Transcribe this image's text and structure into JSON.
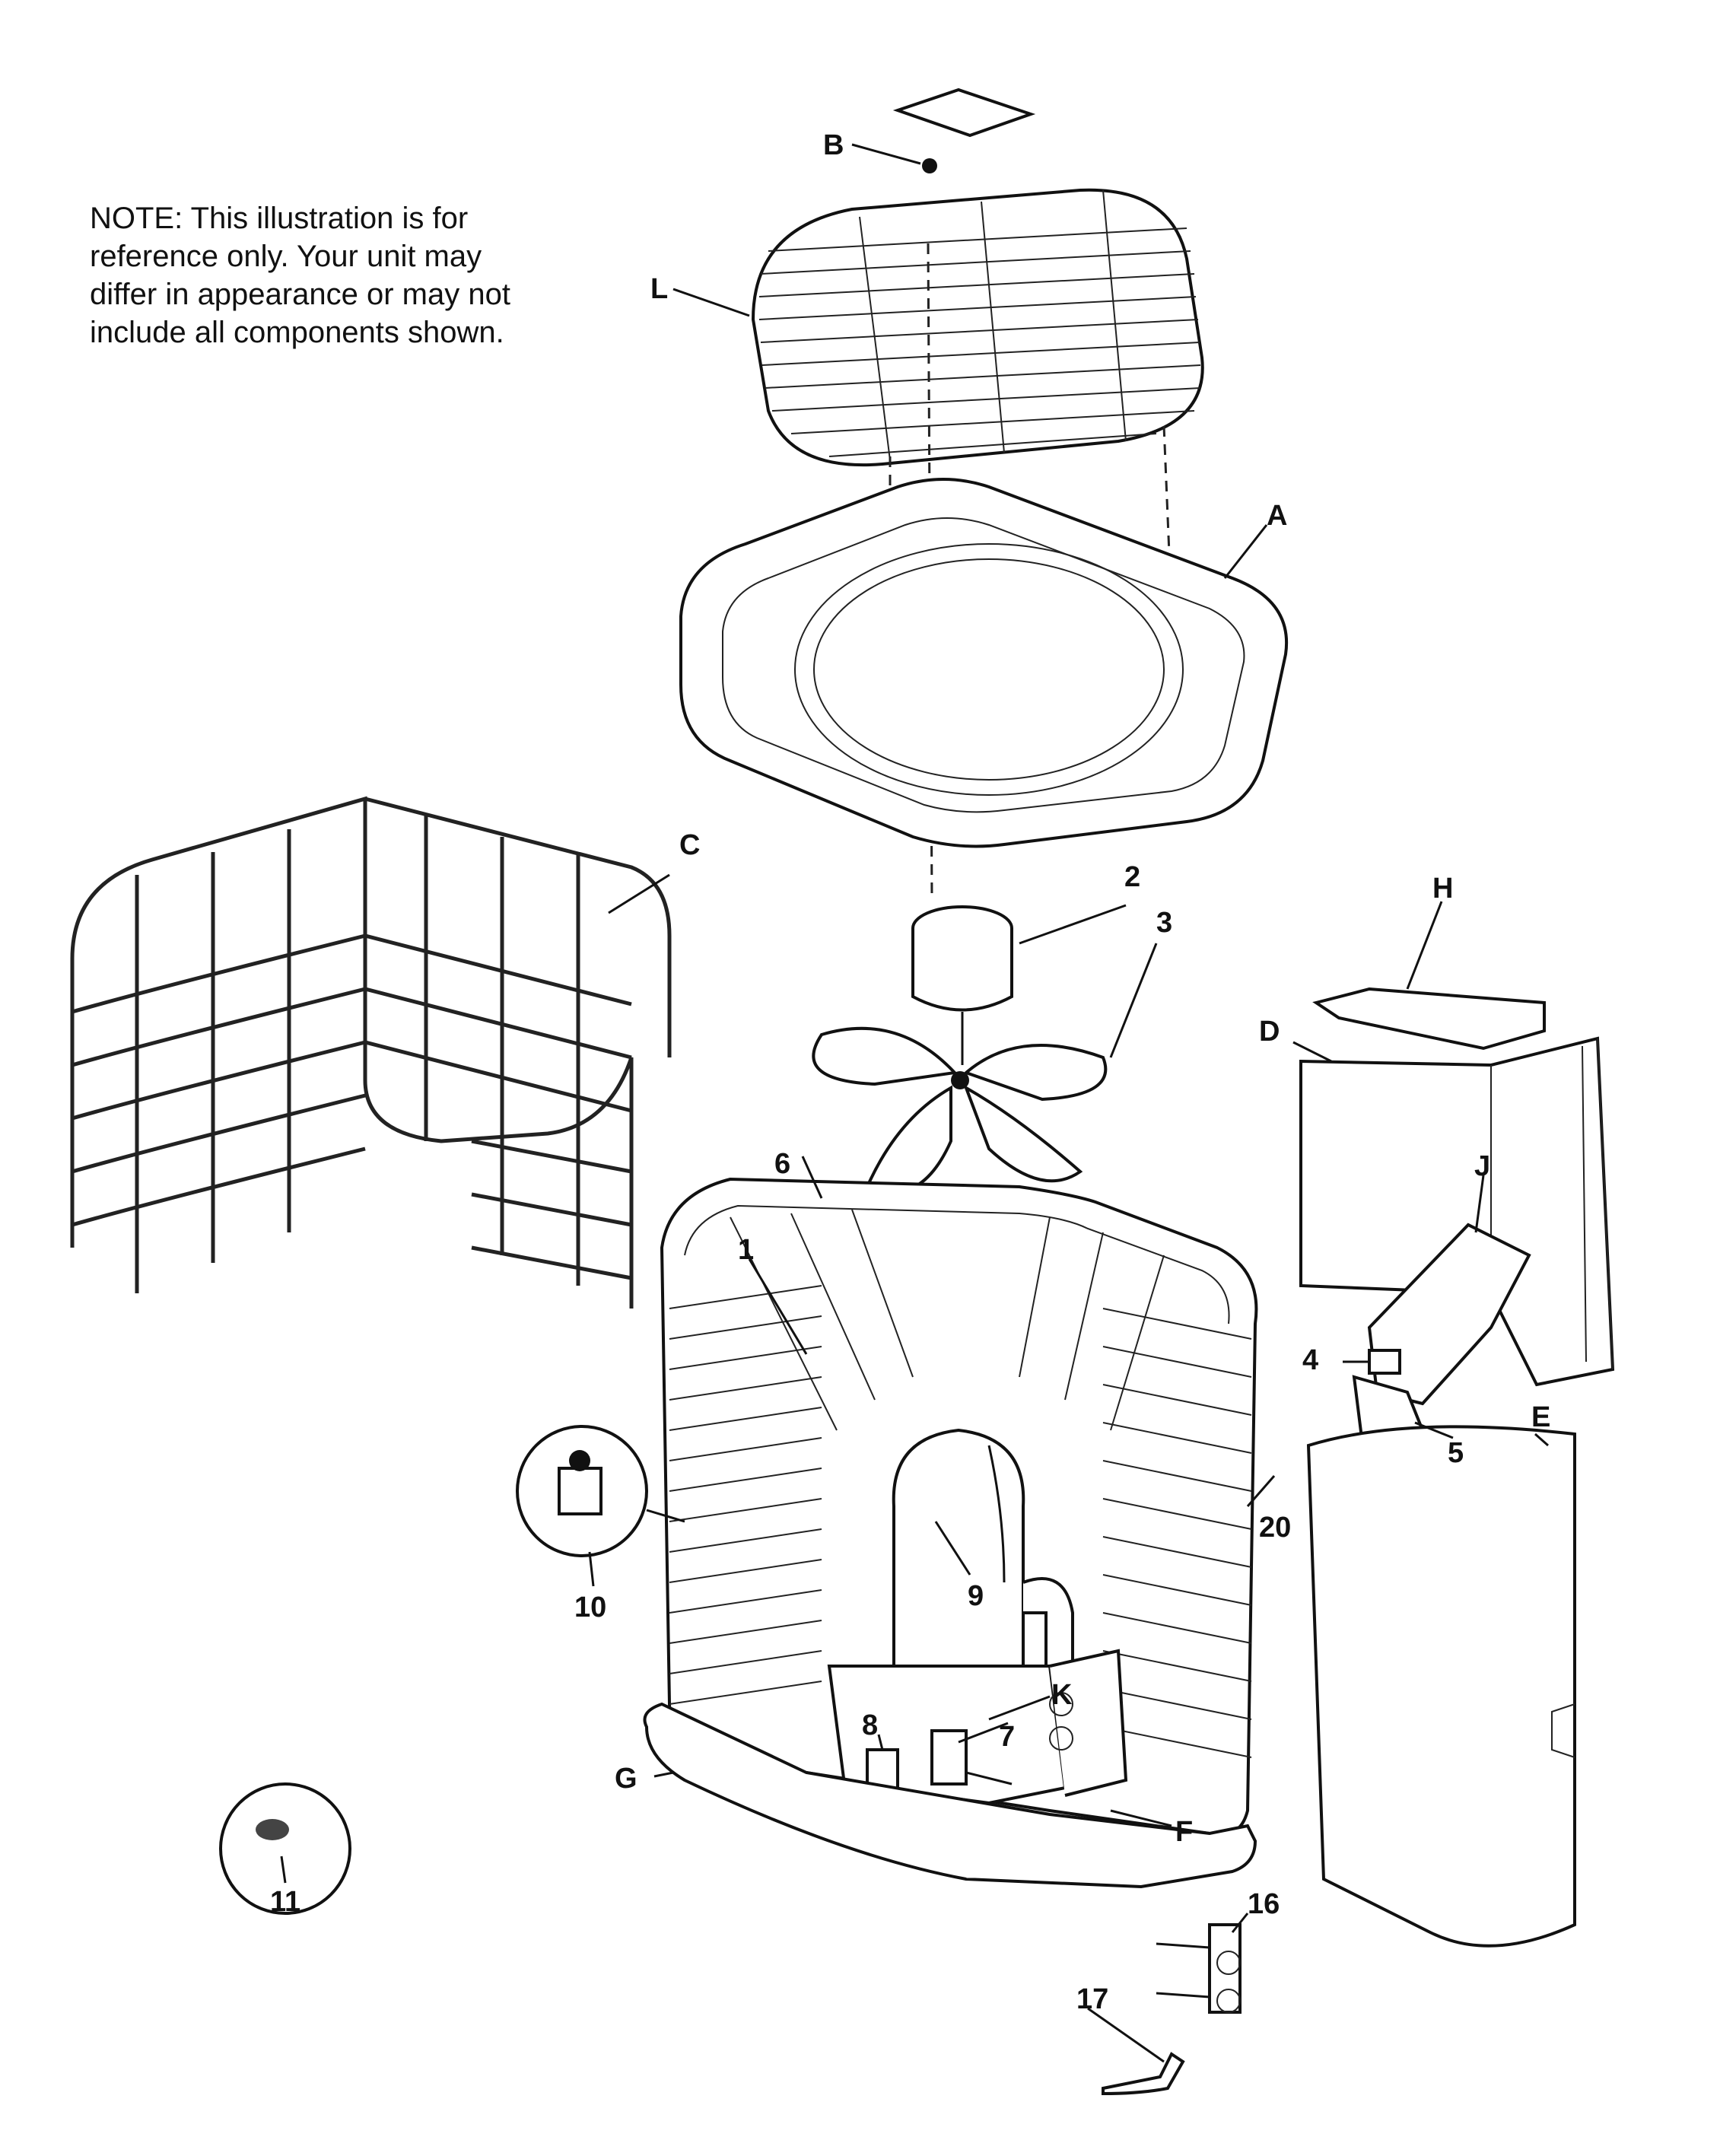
{
  "note": {
    "lines": [
      "NOTE:     This illustration is for",
      "reference only.   Your unit may",
      "differ in appearance or may not",
      "include all components shown."
    ]
  },
  "callouts": {
    "A": "A",
    "B": "B",
    "C": "C",
    "D": "D",
    "E": "E",
    "F": "F",
    "G": "G",
    "H": "H",
    "J": "J",
    "K": "K",
    "L": "L",
    "n1": "1",
    "n2": "2",
    "n3": "3",
    "n4": "4",
    "n5": "5",
    "n6": "6",
    "n7": "7",
    "n8": "8",
    "n9": "9",
    "n10": "10",
    "n11": "11",
    "n16": "16",
    "n17": "17",
    "n20": "20"
  }
}
